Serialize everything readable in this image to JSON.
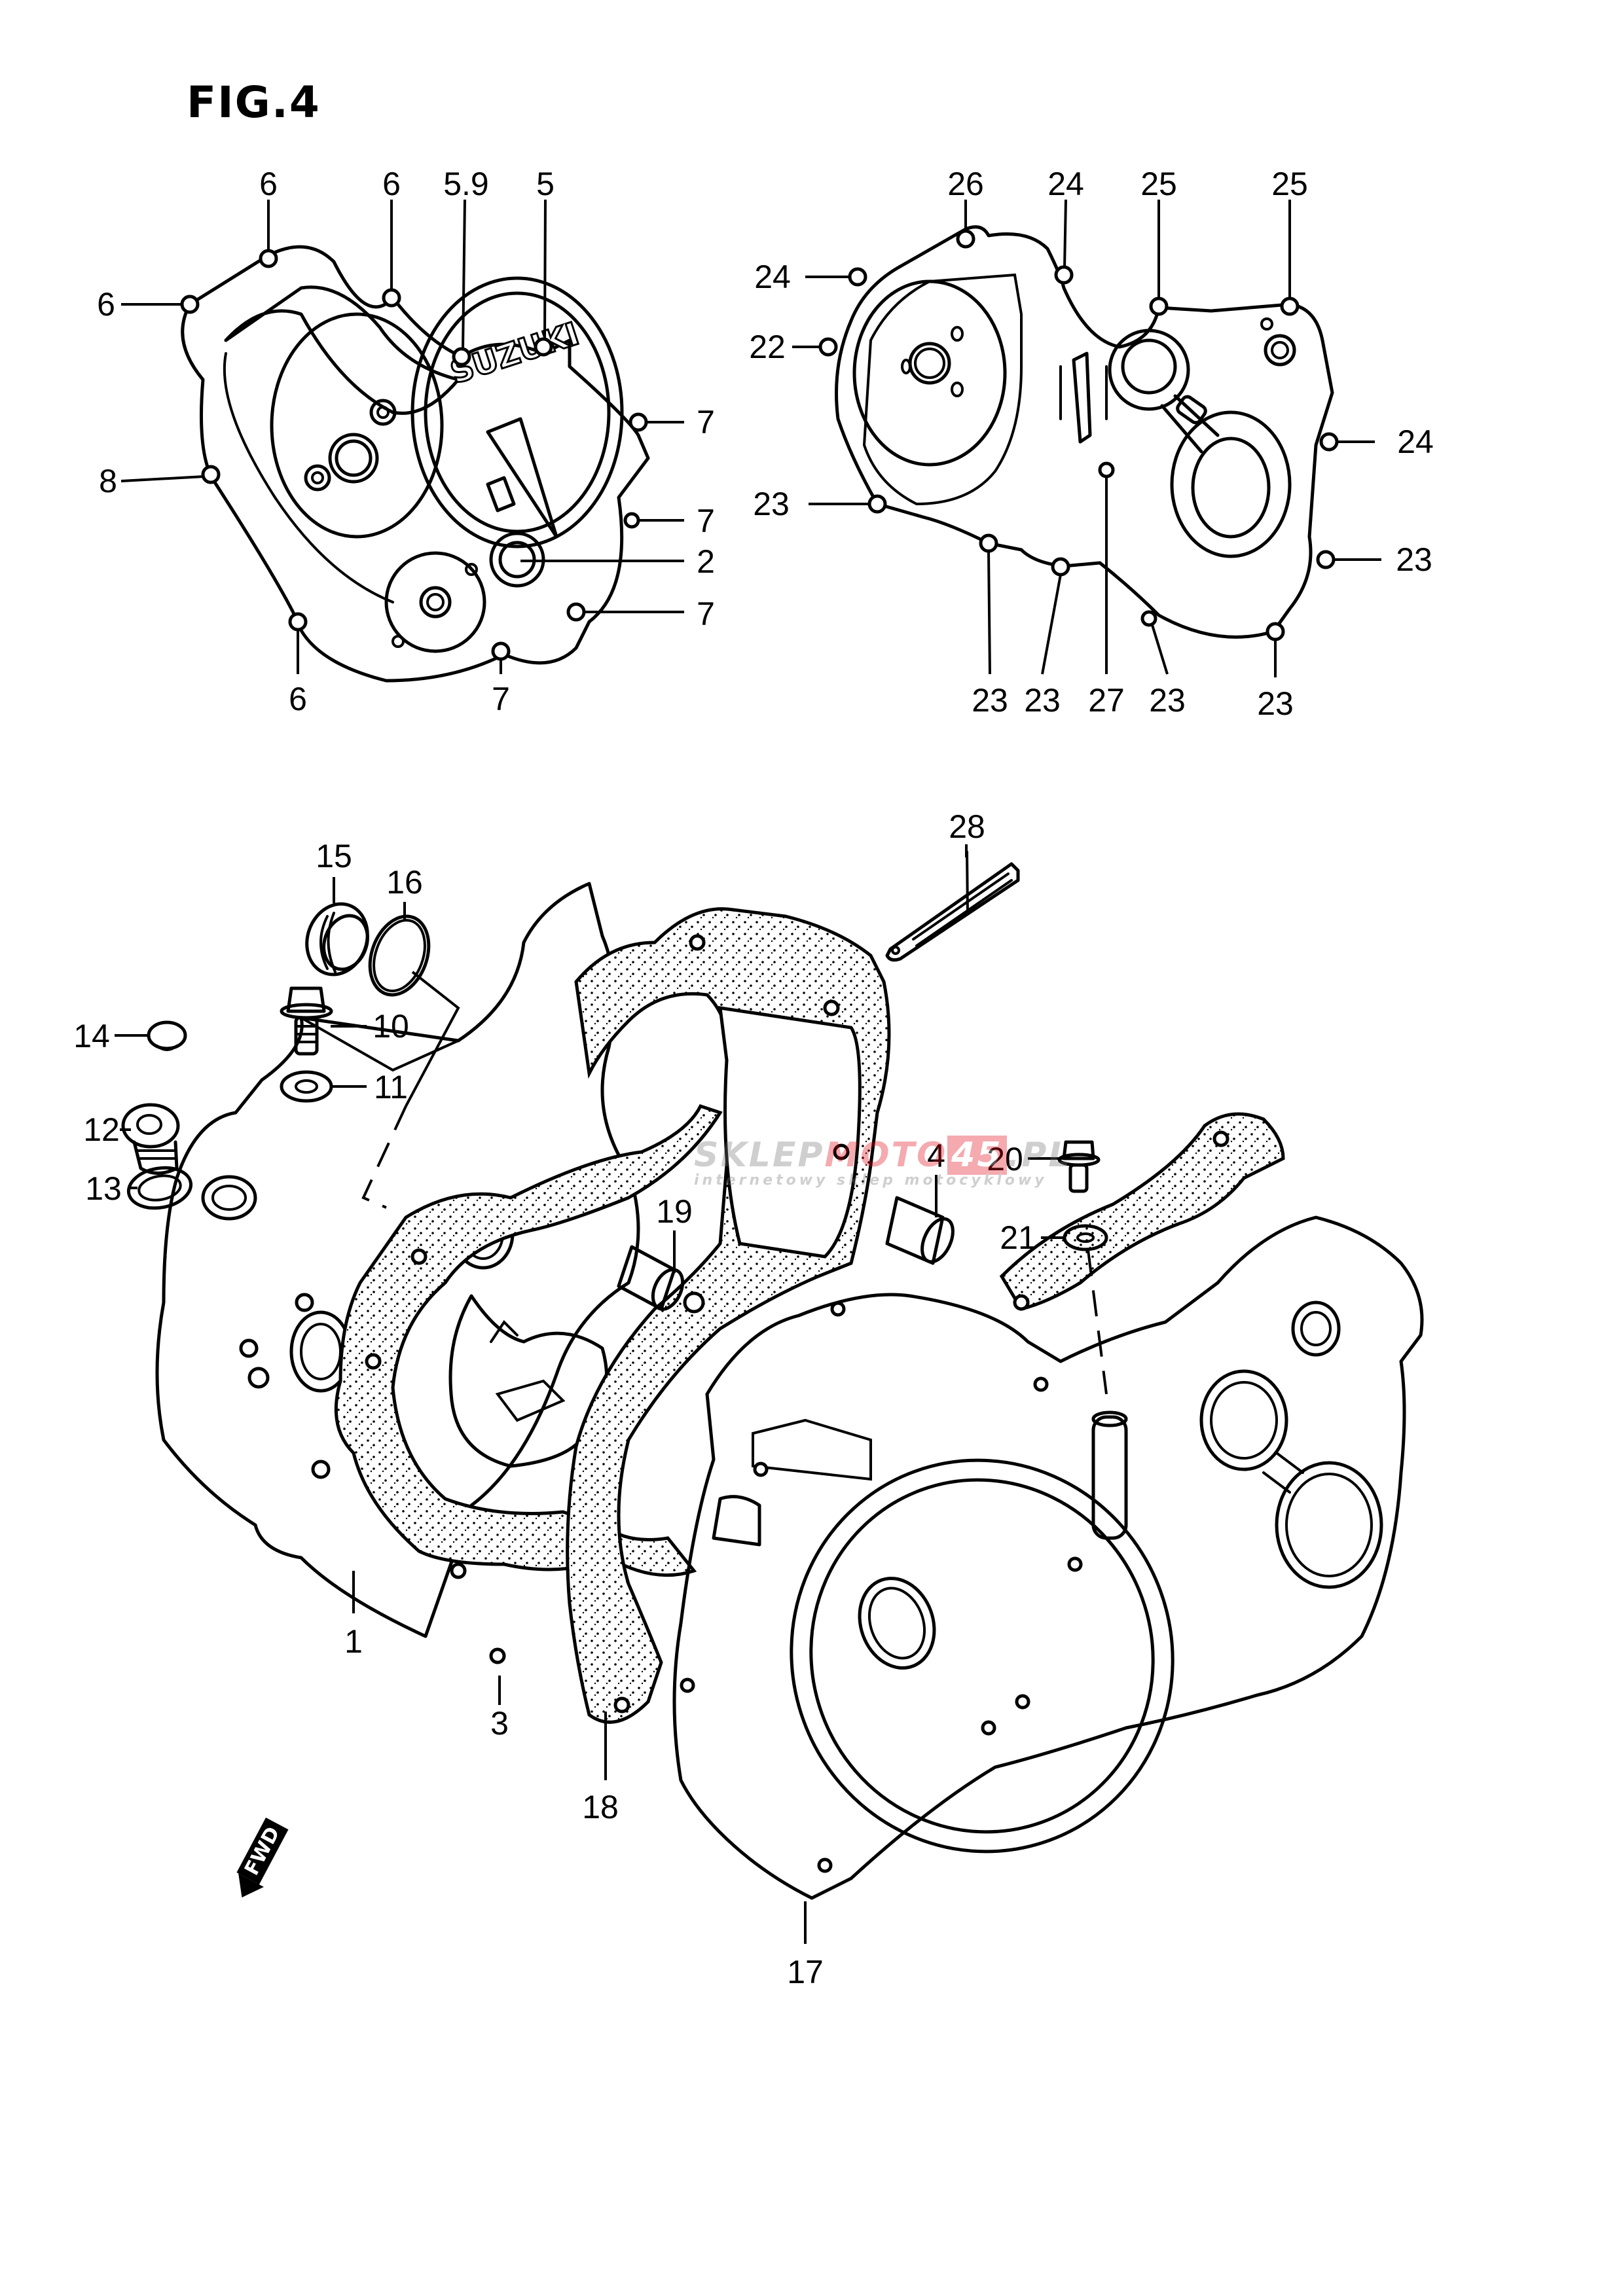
{
  "figure": {
    "title": "FIG.4",
    "brand_mark": "SUZUKI",
    "direction_indicator": "FWD"
  },
  "watermark": {
    "part1": "SKLEP",
    "part2": "MOTO",
    "part3": "45",
    "part4": ".PL",
    "tagline": "internetowy sklep motocyklowy",
    "colors": {
      "gray": "#777777",
      "red": "#e0101c"
    }
  },
  "left_cover": {
    "name": "clutch-side cover",
    "callouts": [
      "6",
      "6",
      "5.9",
      "5",
      "6",
      "7",
      "8",
      "7",
      "2",
      "7",
      "6",
      "7"
    ]
  },
  "right_cover": {
    "name": "magneto-side cover",
    "callouts": [
      "26",
      "24",
      "25",
      "25",
      "24",
      "22",
      "24",
      "23",
      "23",
      "23",
      "23",
      "27",
      "23",
      "23"
    ]
  },
  "crankcase": {
    "callouts": [
      "15",
      "16",
      "14",
      "10",
      "12",
      "11",
      "13",
      "28",
      "4",
      "19",
      "20",
      "21",
      "1",
      "3",
      "18",
      "17"
    ]
  },
  "labels": {
    "c6a": "6",
    "c6b": "6",
    "c59": "5.9",
    "c5": "5",
    "c6c": "6",
    "c7a": "7",
    "c8": "8",
    "c7b": "7",
    "c2": "2",
    "c7c": "7",
    "c6d": "6",
    "c7d": "7",
    "c26": "26",
    "c24a": "24",
    "c25a": "25",
    "c25b": "25",
    "c24b": "24",
    "c22": "22",
    "c24c": "24",
    "c23a": "23",
    "c23b": "23",
    "c23c": "23",
    "c23d": "23",
    "c27": "27",
    "c23e": "23",
    "c23f": "23",
    "c15": "15",
    "c16": "16",
    "c14": "14",
    "c10": "10",
    "c12": "12",
    "c11": "11",
    "c13": "13",
    "c28": "28",
    "c4": "4",
    "c19": "19",
    "c20": "20",
    "c21": "21",
    "c1": "1",
    "c3": "3",
    "c18": "18",
    "c17": "17"
  }
}
